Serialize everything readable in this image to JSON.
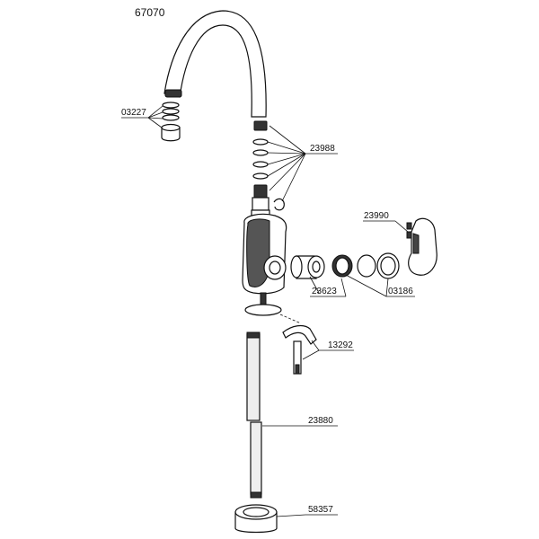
{
  "model_number": "67070",
  "callouts": {
    "aerator": "03227",
    "orings": "23988",
    "screw": "23990",
    "cartridge": "23623",
    "ring": "03186",
    "bracket": "13292",
    "hose": "23880",
    "nut": "58357"
  }
}
